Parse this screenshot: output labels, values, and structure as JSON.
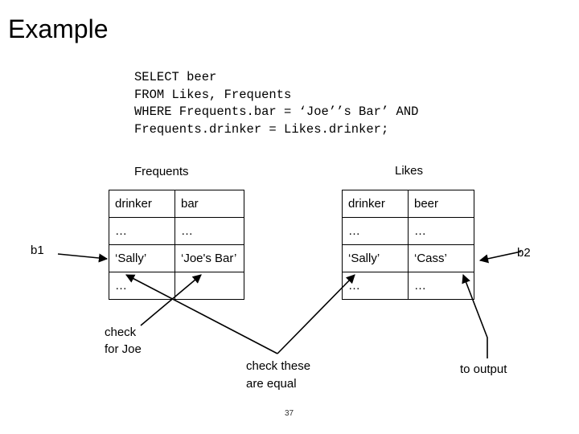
{
  "slide": {
    "title": "Example",
    "sql_lines": [
      "SELECT beer",
      "FROM Likes, Frequents",
      "WHERE Frequents.bar = ‘Joe’’s Bar’ AND",
      "Frequents.drinker = Likes.drinker;"
    ],
    "page_number": "37"
  },
  "tables": {
    "frequents": {
      "name": "Frequents",
      "columns": [
        "drinker",
        "bar"
      ],
      "rows": [
        [
          "…",
          "…"
        ],
        [
          "‘Sally’",
          "‘Joe's Bar’"
        ],
        [
          "…",
          ""
        ]
      ]
    },
    "likes": {
      "name": "Likes",
      "columns": [
        "drinker",
        "beer"
      ],
      "rows": [
        [
          "…",
          "…"
        ],
        [
          "‘Sally’",
          "‘Cass’"
        ],
        [
          "…",
          "…"
        ]
      ]
    }
  },
  "annotations": {
    "b1": "b1",
    "b2": "b2",
    "check_joe": [
      "check",
      "for Joe"
    ],
    "check_equal": [
      "check these",
      "are equal"
    ],
    "to_output": "to output"
  }
}
